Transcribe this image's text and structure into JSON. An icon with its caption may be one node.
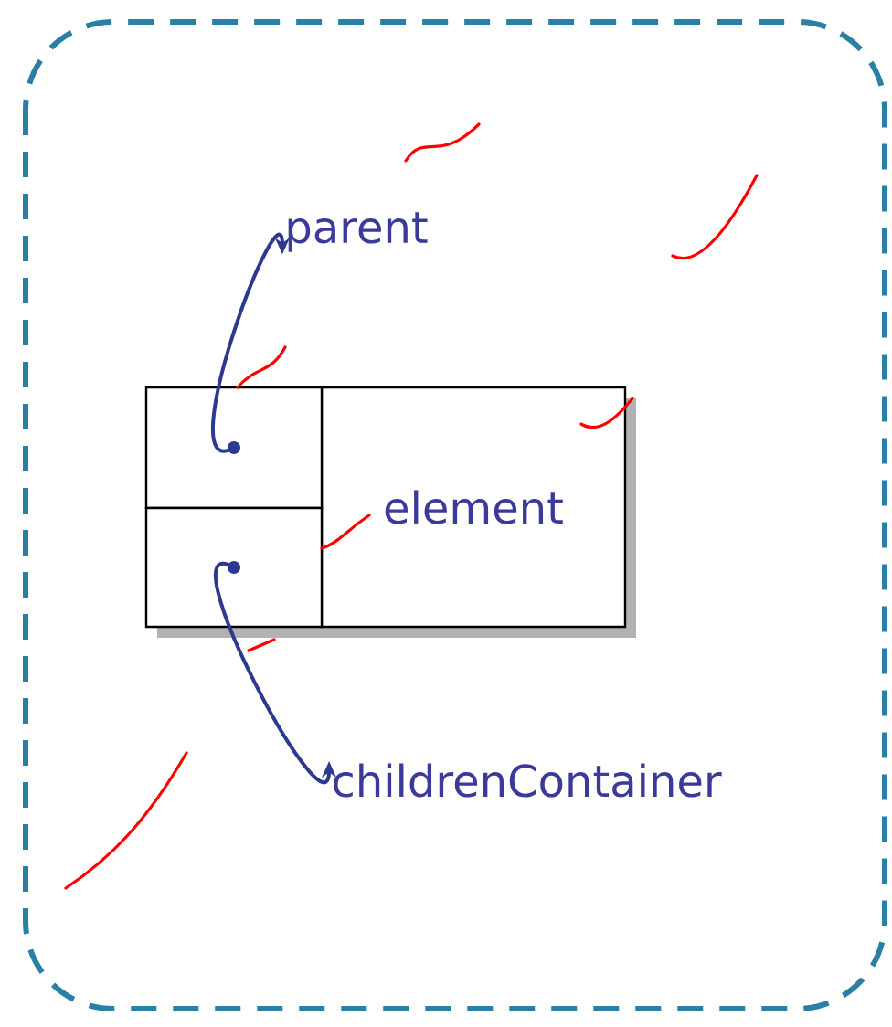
{
  "diagram": {
    "nodes": [
      {
        "text": [
          "element"
        ]
      },
      {
        "text": [],
        "shape": "box"
      },
      {
        "text": [],
        "shape": "box"
      },
      {
        "text": [
          "parent"
        ]
      },
      {
        "text": [
          "childrenContainer"
        ]
      }
    ],
    "edges": [
      {
        "from": 1,
        "to": 3,
        "arrow": "to"
      },
      {
        "from": 2,
        "to": 4,
        "arrow": "to"
      }
    ]
  }
}
